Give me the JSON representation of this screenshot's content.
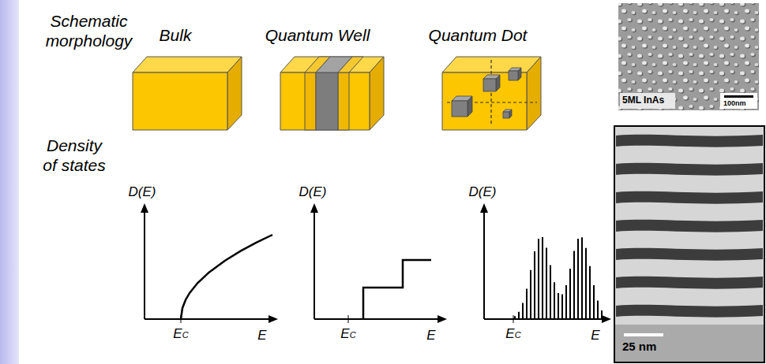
{
  "diagram": {
    "nodes": [
      {
        "text": [
          "5ML InAs",
          "100nm"
        ]
      },
      {
        "text": [
          "25 nm"
        ]
      }
    ],
    "labels": [
      "Schematic morphology",
      "Bulk",
      "Quantum Well",
      "Quantum Dot",
      "Density of states",
      "D(E)",
      "EC",
      "E",
      "D(E)",
      "EC",
      "E",
      "D(E)",
      "EC",
      "E"
    ]
  }
}
